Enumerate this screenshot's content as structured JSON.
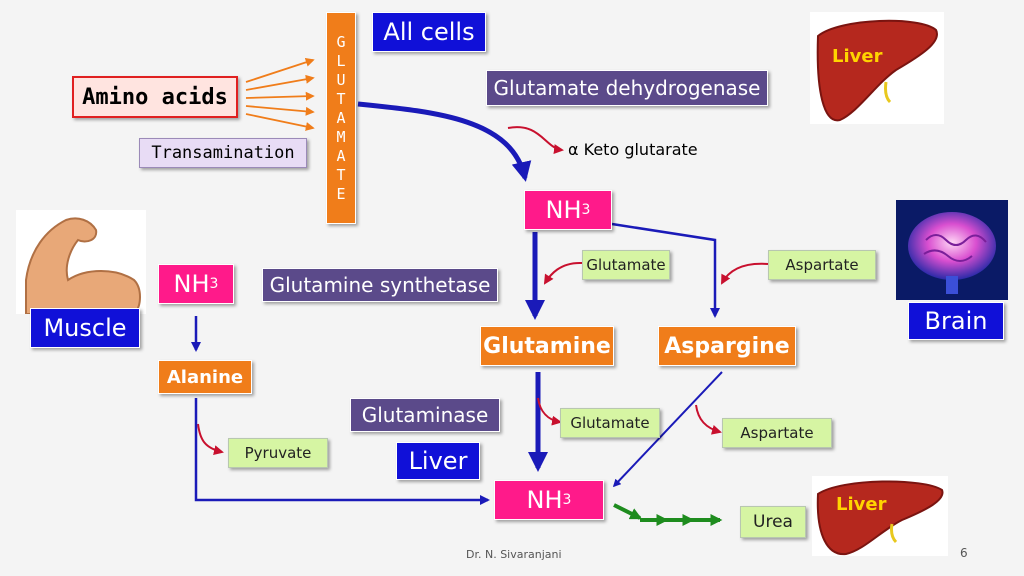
{
  "labels": {
    "amino_acids": "Amino acids",
    "transamination": "Transamination",
    "glutamate_vertical": "GLUTAMATE",
    "all_cells": "All cells",
    "glutamate_dehydrogenase": "Glutamate dehydrogenase",
    "alpha_keto_glutarate": "α Keto glutarate",
    "nh3_top": "NH",
    "nh3_top_sub": "3",
    "glutamate_1": "Glutamate",
    "aspartate_1": "Aspartate",
    "nh3_muscle": "NH",
    "nh3_muscle_sub": "3",
    "glutamine_synthetase": "Glutamine synthetase",
    "muscle": "Muscle",
    "brain": "Brain",
    "glutamine": "Glutamine",
    "aspargine": "Aspargine",
    "alanine": "Alanine",
    "glutaminase": "Glutaminase",
    "glutamate_2": "Glutamate",
    "aspartate_2": "Aspartate",
    "pyruvate": "Pyruvate",
    "liver_box": "Liver",
    "nh3_bottom": "NH",
    "nh3_bottom_sub": "3",
    "urea": "Urea",
    "liver_top_img": "Liver",
    "liver_bottom_img": "Liver"
  },
  "footer": {
    "author": "Dr. N. Sivaranjani",
    "page": "6"
  },
  "colors": {
    "navy": "#1010d8",
    "purple": "#5b4a8a",
    "orange": "#f07d1a",
    "pink": "#ff1a8a",
    "green": "#d6f5a3",
    "arrow_blue": "#1a1ab8",
    "arrow_red": "#c8102e",
    "arrow_orange": "#f07d1a",
    "arrow_green": "#1e8c1e",
    "liver": "#b5281e"
  }
}
